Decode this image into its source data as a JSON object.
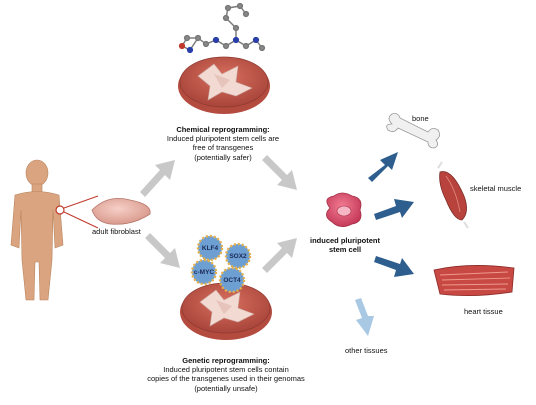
{
  "chemical": {
    "title": "Chemical reprogramming",
    "line1": "Induced pluripotent stem cells are",
    "line2": "free of transgenes",
    "line3": "(potentially safer)"
  },
  "genetic": {
    "title": "Genetic reprogramming",
    "line1": "Induced pluripotent stem cells contain",
    "line2": "copies of the transgenes used in their genomas",
    "line3": "(potentially unsafe)"
  },
  "labels": {
    "adult_fibroblast": "adult fibroblast",
    "ipsc_line1": "induced pluripotent",
    "ipsc_line2": "stem cell",
    "bone": "bone",
    "skeletal_muscle": "skeletal muscle",
    "heart_tissue": "heart tissue",
    "other_tissues": "other tissues"
  },
  "factors": [
    "KLF4",
    "SOX2",
    "c-MYC",
    "OCT4"
  ],
  "colors": {
    "skin": "#d9a47f",
    "dish": "#c85a4c",
    "arrow_gray": "#c8c8c8",
    "arrow_blue": "#2e5e8e",
    "arrow_light_blue": "#a9c8e4",
    "factor_blob": "#6d9fd3",
    "ipsc_cell": "#e85b78"
  }
}
